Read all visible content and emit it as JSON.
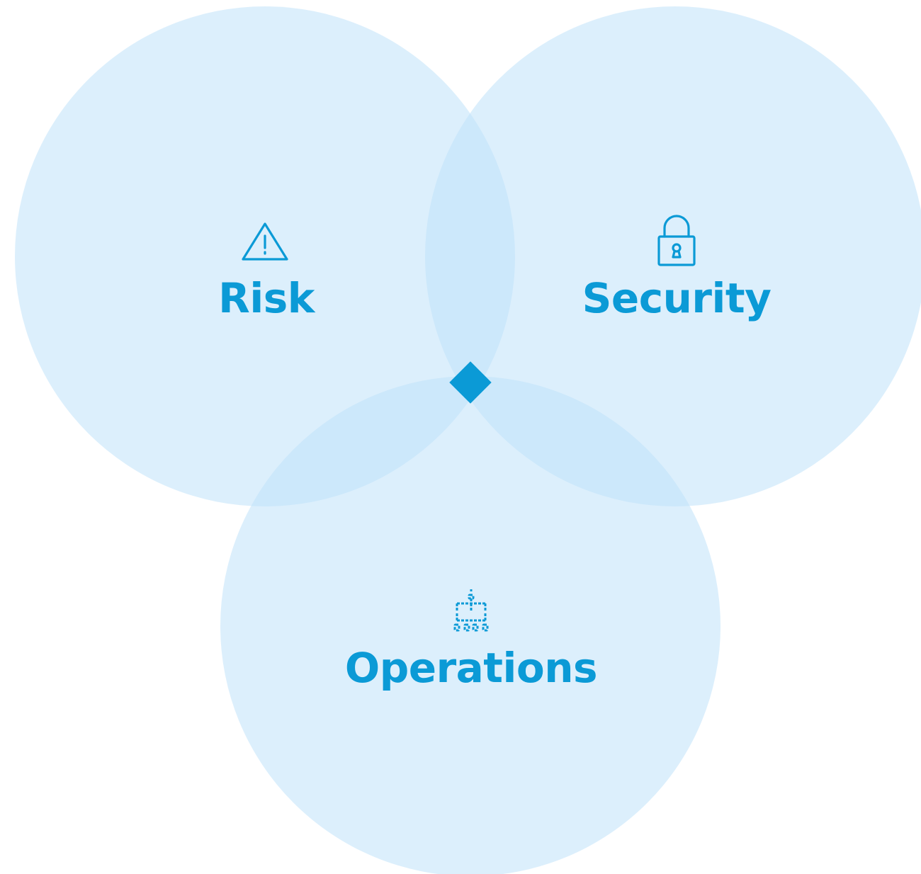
{
  "diagram": {
    "type": "venn",
    "colors": {
      "circle_fill": "#bfe1fa",
      "accent": "#0b9ad6",
      "background": "#ffffff"
    },
    "sets": [
      {
        "id": "risk",
        "label": "Risk",
        "icon": "warning-triangle-icon"
      },
      {
        "id": "security",
        "label": "Security",
        "icon": "padlock-icon"
      },
      {
        "id": "operations",
        "label": "Operations",
        "icon": "org-chart-hierarchy-icon"
      }
    ],
    "center_marker": "diamond-icon"
  }
}
